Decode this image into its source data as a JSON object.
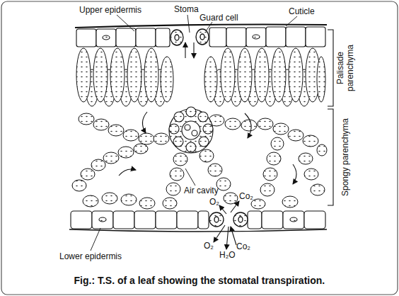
{
  "diagram": {
    "caption": "Fig.: T.S. of a leaf showing the stomatal transpiration.",
    "labels": [
      "Upper epidermis",
      "Stoma",
      "Guard cell",
      "Cuticle",
      "Palisade parenchyma",
      "Spongy parenchyma",
      "Air cavity",
      "Co₂",
      "O₂",
      "Co₂",
      "Lower epidermis",
      "O₂",
      "H₂O"
    ]
  }
}
